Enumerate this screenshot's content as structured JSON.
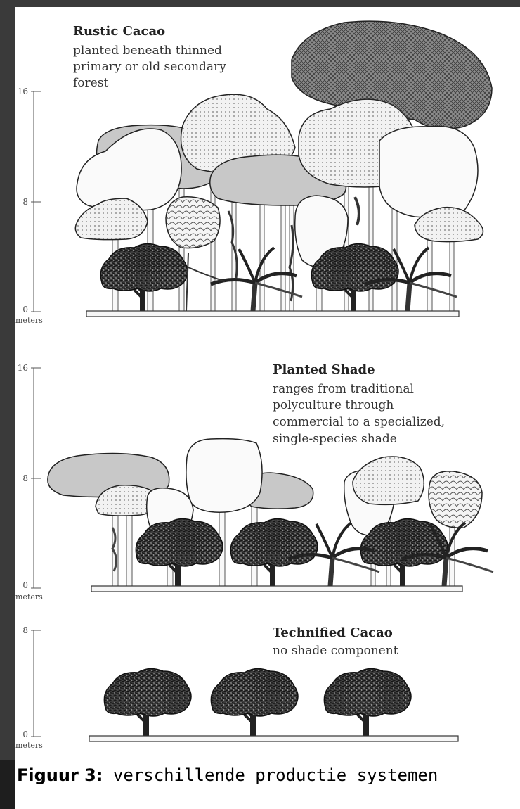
{
  "panels": [
    {
      "title": "Rustic Cacao",
      "description": [
        "planted beneath thinned",
        "primary or old secondary",
        "forest"
      ],
      "axis": {
        "ticks": [
          "16",
          "8",
          "0"
        ],
        "unit": "meters"
      }
    },
    {
      "title": "Planted Shade",
      "description": [
        "ranges from traditional",
        "polyculture through",
        "commercial to a specialized,",
        "single-species shade"
      ],
      "axis": {
        "ticks": [
          "16",
          "8",
          "0"
        ],
        "unit": "meters"
      }
    },
    {
      "title": "Technified Cacao",
      "description": [
        "no shade component"
      ],
      "axis": {
        "ticks": [
          "8",
          "0"
        ],
        "unit": "meters"
      }
    }
  ],
  "caption": {
    "label": "Figuur 3:",
    "text": "verschillende productie systemen"
  },
  "colors": {
    "frame": "#3a3a3a",
    "paper": "#ffffff",
    "ink": "#222222",
    "crown_grey": "#c8c8c8",
    "crown_dark": "#8a8a8a"
  }
}
